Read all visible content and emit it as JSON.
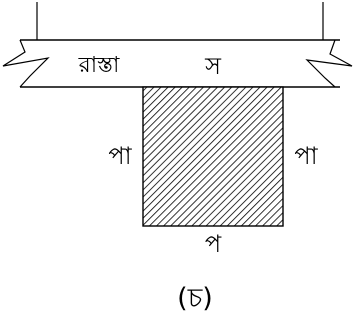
{
  "diagram": {
    "road_label": "রাস্তা",
    "road_side_label": "স",
    "left_side_label": "পা",
    "right_side_label": "পা",
    "bottom_side_label": "প",
    "figure_caption": "(চ)"
  }
}
